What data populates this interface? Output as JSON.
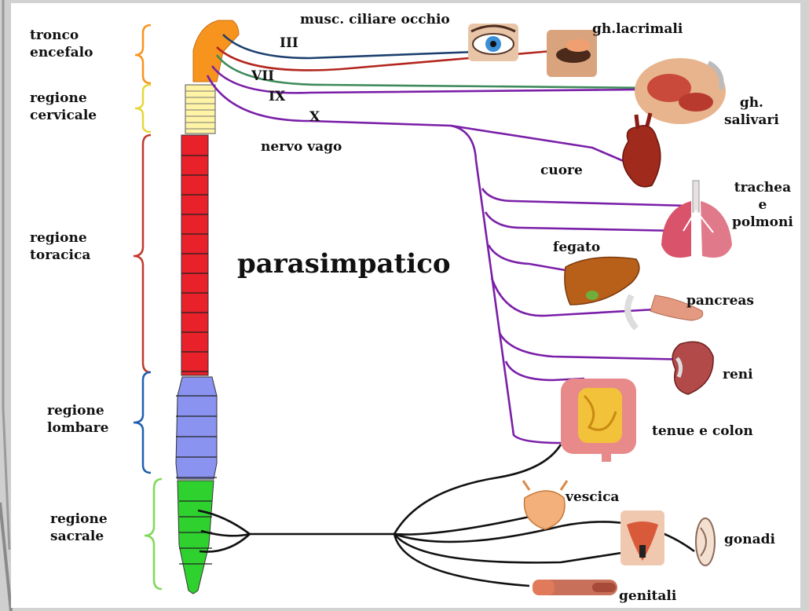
{
  "title": "parasimpatico",
  "regions": [
    {
      "id": "tronco",
      "line1": "tronco",
      "line2": "encefalo",
      "color": "#f7941d"
    },
    {
      "id": "cervicale",
      "line1": "regione",
      "line2": "cervicale",
      "color": "#ffe44d"
    },
    {
      "id": "toracica",
      "line1": "regione",
      "line2": "toracica",
      "color": "#e53b2c"
    },
    {
      "id": "lombare",
      "line1": "regione",
      "line2": "lombare",
      "color": "#2f6fbf"
    },
    {
      "id": "sacrale",
      "line1": "regione",
      "line2": "sacrale",
      "color": "#7ed957"
    }
  ],
  "nerves": {
    "III": "III",
    "VII": "VII",
    "IX": "IX",
    "X": "X",
    "vago": "nervo vago"
  },
  "organs": {
    "musc_ciliare": "musc. ciliare occhio",
    "gh_lacrimali": "gh.lacrimali",
    "gh_salivari_1": "gh.",
    "gh_salivari_2": "salivari",
    "cuore": "cuore",
    "trachea_1": "trachea",
    "trachea_2": "e",
    "trachea_3": "polmoni",
    "fegato": "fegato",
    "pancreas": "pancreas",
    "reni": "reni",
    "tenue_colon": "tenue e colon",
    "vescica": "vescica",
    "gonadi": "gonadi",
    "genitali": "genitali"
  },
  "colors": {
    "brainstem": "#f7941d",
    "cervical": "#ffe066",
    "thoracic": "#e8212a",
    "lumbar": "#7f8ce8",
    "sacral": "#2fd12f",
    "nerve_III": "#1c3f6e",
    "nerve_VII_red": "#b3261e",
    "nerve_VII": "#3d8a5a",
    "nerve_vago": "#7a1fa8",
    "nerve_sacral": "#111111"
  }
}
